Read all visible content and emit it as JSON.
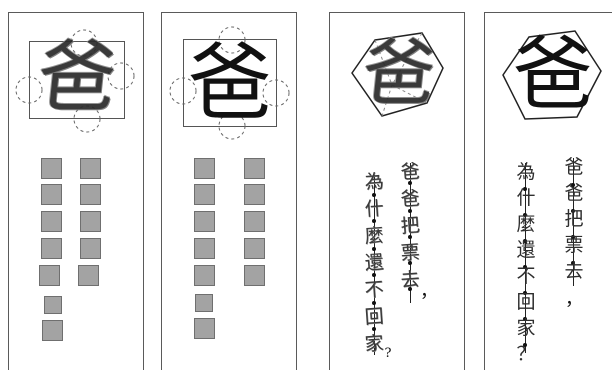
{
  "panels": [
    {
      "id": "panel-1",
      "kind": "handwritten-character-with-boxes",
      "character": "爸",
      "boxes": {
        "column_1_count": 7,
        "column_2_count": 5
      }
    },
    {
      "id": "panel-2",
      "kind": "printed-character-with-boxes",
      "character": "爸",
      "boxes": {
        "column_1_count": 7,
        "column_2_count": 5
      }
    },
    {
      "id": "panel-3",
      "kind": "handwritten-character-hexagon-and-text",
      "character": "爸",
      "column_right": [
        "爸",
        "爸",
        "把",
        "票",
        "去",
        "，"
      ],
      "column_left": [
        "為",
        "什",
        "麼",
        "還",
        "不",
        "回",
        "家",
        "?"
      ]
    },
    {
      "id": "panel-4",
      "kind": "printed-character-hexagon-and-text",
      "character": "爸",
      "column_right": [
        "爸",
        "爸",
        "把",
        "票",
        "去",
        "，"
      ],
      "column_left": [
        "為",
        "什",
        "麼",
        "還",
        "不",
        "回",
        "家",
        "？"
      ]
    }
  ],
  "colors": {
    "box_fill": "#a3a3a3",
    "line": "#333333",
    "panel_border": "#5a5a5a"
  }
}
